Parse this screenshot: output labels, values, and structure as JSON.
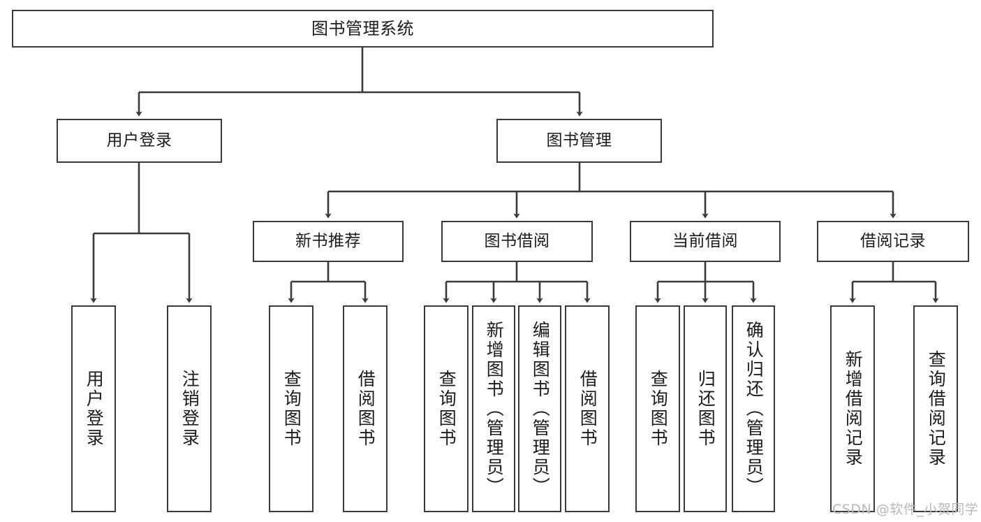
{
  "diagram": {
    "title": "图书管理系统",
    "type": "tree-structure-chart",
    "root": {
      "label": "图书管理系统"
    },
    "level2": [
      {
        "label": "用户登录"
      },
      {
        "label": "图书管理"
      }
    ],
    "level3": [
      {
        "label": "新书推荐"
      },
      {
        "label": "图书借阅"
      },
      {
        "label": "当前借阅"
      },
      {
        "label": "借阅记录"
      }
    ],
    "leaves": {
      "user_login": [
        {
          "label": "用户登录"
        },
        {
          "label": "注销登录"
        }
      ],
      "new_book_recommend": [
        {
          "label": "查询图书"
        },
        {
          "label": "借阅图书"
        }
      ],
      "book_borrow": [
        {
          "label": "查询图书"
        },
        {
          "label": "新增图书（管理员）"
        },
        {
          "label": "编辑图书（管理员）"
        },
        {
          "label": "借阅图书"
        }
      ],
      "current_borrow": [
        {
          "label": "查询图书"
        },
        {
          "label": "归还图书"
        },
        {
          "label": "确认归还（管理员）"
        }
      ],
      "borrow_record": [
        {
          "label": "新增借阅记录"
        },
        {
          "label": "查询借阅记录"
        }
      ]
    }
  },
  "watermark": {
    "text": "CSDN @软件_小贺同学"
  },
  "colors": {
    "stroke": "#3a3a3a",
    "background": "#ffffff",
    "text": "#1b1b1b",
    "watermark": "#b8b8b8"
  }
}
